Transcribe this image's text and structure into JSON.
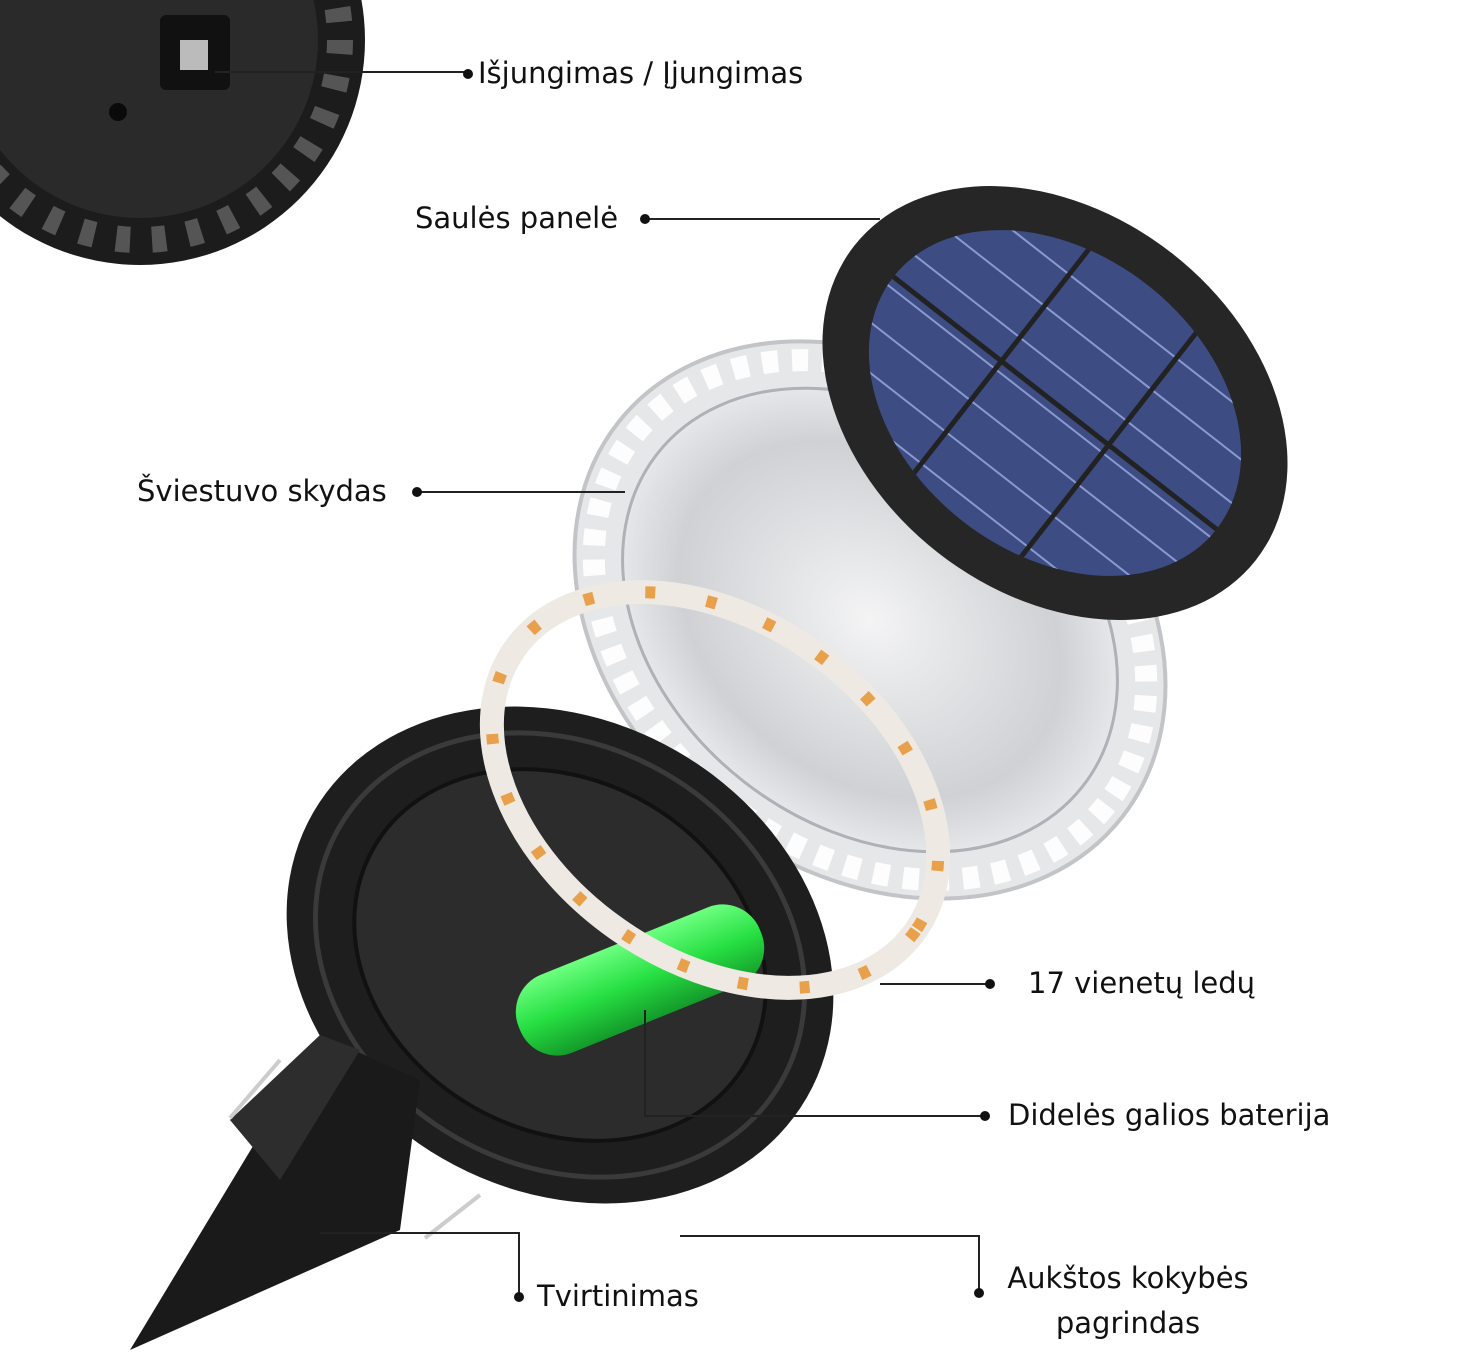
{
  "labels": {
    "switch": "Išjungimas / Įjungimas",
    "solar_panel": "Saulės panelė",
    "lamp_shade": "Šviestuvo skydas",
    "leds": "17 vienetų ledų",
    "battery": "Didelės galios baterija",
    "stake": "Tvirtinimas",
    "base_line1": "Aukštos kokybės",
    "base_line2": "pagrindas"
  },
  "colors": {
    "body": "#222222",
    "panel_cell": "#3f4f86",
    "battery": "#2ee84a",
    "led": "#e8a04a",
    "lens": "#d9dadc"
  }
}
